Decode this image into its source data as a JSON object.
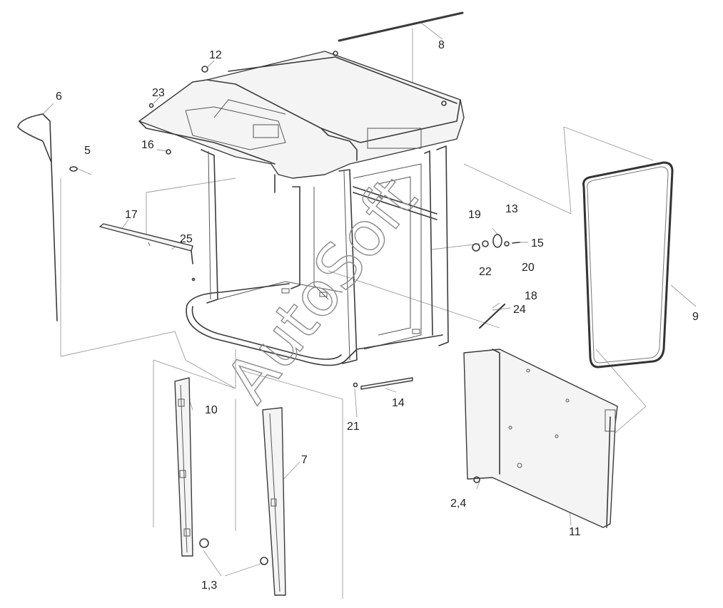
{
  "diagram": {
    "watermark": "AutoSoft",
    "callouts": [
      {
        "id": "c12",
        "text": "12"
      },
      {
        "id": "c23",
        "text": "23"
      },
      {
        "id": "c6",
        "text": "6"
      },
      {
        "id": "c5",
        "text": "5"
      },
      {
        "id": "c16",
        "text": "16"
      },
      {
        "id": "c8",
        "text": "8"
      },
      {
        "id": "c17",
        "text": "17"
      },
      {
        "id": "c25",
        "text": "25"
      },
      {
        "id": "c19",
        "text": "19"
      },
      {
        "id": "c13",
        "text": "13"
      },
      {
        "id": "c15",
        "text": "15"
      },
      {
        "id": "c22",
        "text": "22"
      },
      {
        "id": "c20",
        "text": "20"
      },
      {
        "id": "c9",
        "text": "9"
      },
      {
        "id": "c18",
        "text": "18"
      },
      {
        "id": "c24",
        "text": "24"
      },
      {
        "id": "c10",
        "text": "10"
      },
      {
        "id": "c7",
        "text": "7"
      },
      {
        "id": "c21",
        "text": "21"
      },
      {
        "id": "c14",
        "text": "14"
      },
      {
        "id": "c24b",
        "text": "2,4"
      },
      {
        "id": "c11",
        "text": "11"
      },
      {
        "id": "c13b",
        "text": "1,3"
      }
    ]
  }
}
